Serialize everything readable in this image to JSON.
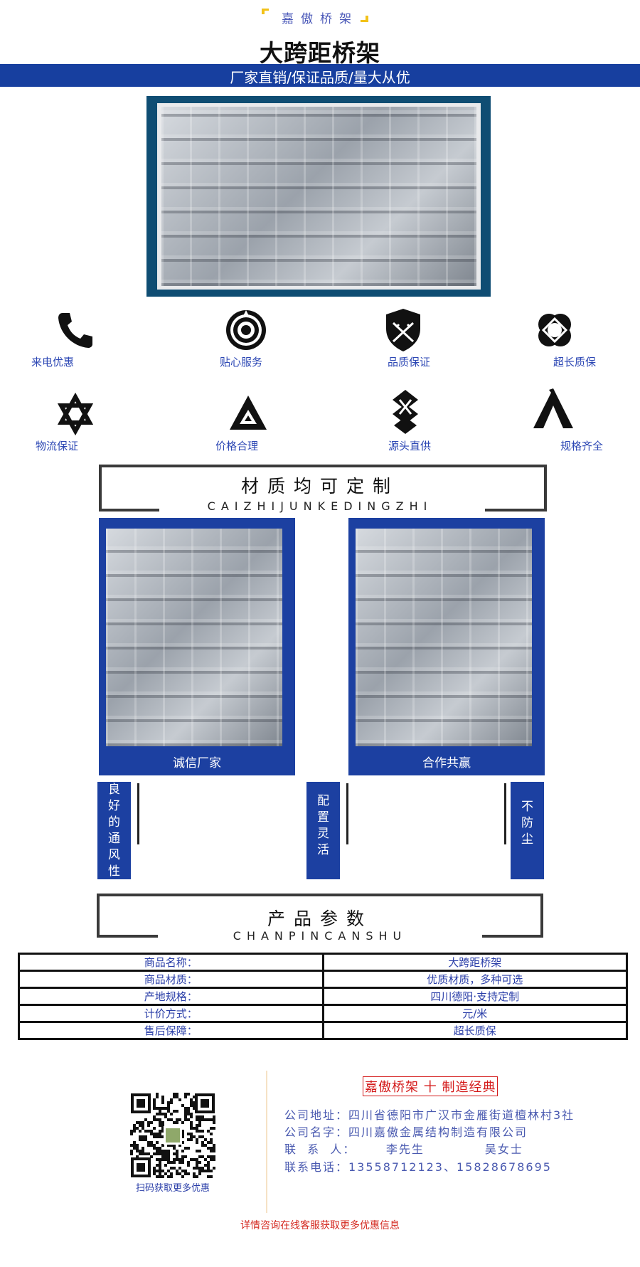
{
  "header": {
    "brand": "嘉傲桥架",
    "title": "大跨距桥架",
    "banner": "厂家直销/保证品质/量大从优"
  },
  "features": [
    {
      "label": "来电优惠",
      "icon": "phone-icon"
    },
    {
      "label": "贴心服务",
      "icon": "target-icon"
    },
    {
      "label": "品质保证",
      "icon": "shield-icon"
    },
    {
      "label": "超长质保",
      "icon": "knot-icon"
    },
    {
      "label": "物流保证",
      "icon": "hexagram-icon"
    },
    {
      "label": "价格合理",
      "icon": "triangle-icon"
    },
    {
      "label": "源头直供",
      "icon": "chain-icon"
    },
    {
      "label": "规格齐全",
      "icon": "mountain-icon"
    }
  ],
  "material": {
    "title": "材质均可定制",
    "subtitle": "CAIZHIJUNKEDINGZHI",
    "cards": [
      {
        "caption": "诚信厂家"
      },
      {
        "caption": "合作共赢"
      }
    ],
    "tags": [
      "良好的通风性",
      "配置灵活",
      "不防尘"
    ]
  },
  "params": {
    "title": "产品参数",
    "subtitle": "CHANPINCANSHU",
    "rows": [
      {
        "label": "商品名称：",
        "value": "大跨距桥架"
      },
      {
        "label": "商品材质：",
        "value": "优质材质，多种可选"
      },
      {
        "label": "产地规格：",
        "value": "四川德阳·支持定制"
      },
      {
        "label": "计价方式：",
        "value": "元/米"
      },
      {
        "label": "售后保障：",
        "value": "超长质保"
      }
    ]
  },
  "footer": {
    "qr_label": "扫码获取更多优惠",
    "slogan": "嘉傲桥架 十 制造经典",
    "address": "公司地址：四川省德阳市广汉市金雁街道檀林村3社",
    "company": "公司名字：四川嘉傲金属结构制造有限公司",
    "contact": "联  系  人：      李先生            吴女士",
    "phone": "联系电话：13558712123、15828678695",
    "note": "详情咨询在线客服获取更多优惠信息"
  },
  "colors": {
    "brand_blue": "#173f9f",
    "card_blue": "#1c40a1",
    "frame_teal": "#0f4d73",
    "accent_yellow": "#f2c21a",
    "alert_red": "#d41b1b"
  }
}
